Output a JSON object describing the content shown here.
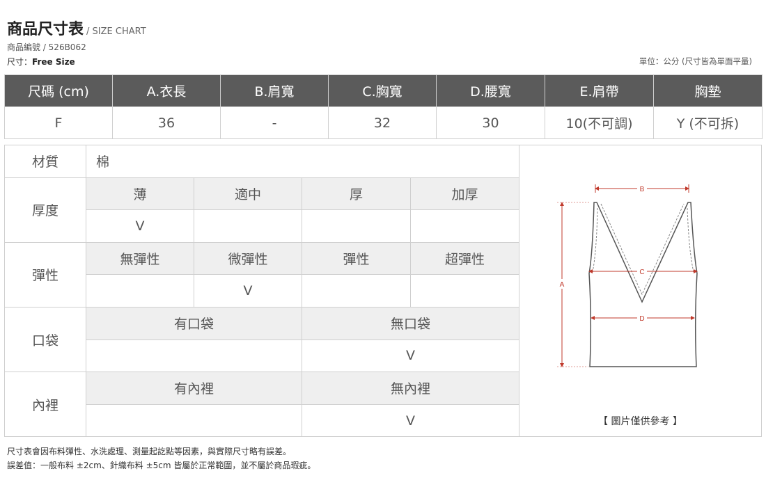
{
  "header": {
    "title": "商品尺寸表",
    "title_en": "/ SIZE CHART",
    "product_code": "商品編號  /  526B062",
    "size_label": "尺寸：",
    "size_value": "Free Size",
    "unit_note": "單位：公分 (尺寸皆為單面平量)"
  },
  "size_table": {
    "headers": [
      "尺碼 (cm)",
      "A.衣長",
      "B.肩寬",
      "C.胸寬",
      "D.腰寬",
      "E.肩帶",
      "胸墊"
    ],
    "rows": [
      [
        "F",
        "36",
        "-",
        "32",
        "30",
        "10(不可調)",
        "Y (不可拆)"
      ]
    ]
  },
  "spec": {
    "material_label": "材質",
    "material_value": "棉",
    "thickness_label": "厚度",
    "thickness_options": [
      "薄",
      "適中",
      "厚",
      "加厚"
    ],
    "thickness_marks": [
      "V",
      "",
      "",
      ""
    ],
    "elasticity_label": "彈性",
    "elasticity_options": [
      "無彈性",
      "微彈性",
      "彈性",
      "超彈性"
    ],
    "elasticity_marks": [
      "",
      "V",
      "",
      ""
    ],
    "pocket_label": "口袋",
    "pocket_options": [
      "有口袋",
      "無口袋"
    ],
    "pocket_marks": [
      "",
      "V"
    ],
    "lining_label": "內裡",
    "lining_options": [
      "有內裡",
      "無內裡"
    ],
    "lining_marks": [
      "",
      "V"
    ]
  },
  "diagram": {
    "labels": {
      "a": "A",
      "b": "B",
      "c": "C",
      "d": "D"
    },
    "caption": "【 圖片僅供參考 】",
    "accent_color": "#c0392b"
  },
  "notes": {
    "line1": "尺寸表會因布料彈性、水洗處理、測量起訖點等因素，與實際尺寸略有誤差。",
    "line2": "誤差值：一般布料 ±2cm、針織布料 ±5cm 皆屬於正常範圍，並不屬於商品瑕疵。"
  }
}
